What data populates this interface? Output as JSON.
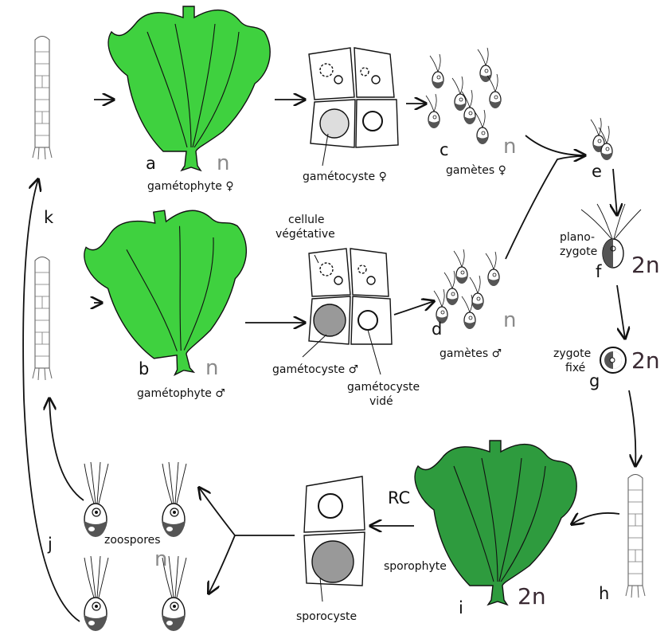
{
  "colors": {
    "gametophyte_green": "#3fd13f",
    "sporophyte_green": "#2e9b3e",
    "cell_dark": "#4a4a4a",
    "ploidy_n": "#8a8a8a",
    "ploidy_2n": "#3a2a33"
  },
  "letters": {
    "a": "a",
    "b": "b",
    "c": "c",
    "d": "d",
    "e": "e",
    "f": "f",
    "g": "g",
    "h": "h",
    "i": "i",
    "j": "j",
    "k": "k",
    "rc": "RC"
  },
  "labels": {
    "gametophyte_f": "gamétophyte ♀",
    "gametophyte_m": "gamétophyte ♂",
    "gametocyste_f": "gamétocyste ♀",
    "gametocyste_m": "gamétocyste ♂",
    "gametocyste_vide_1": "gamétocyste",
    "gametocyste_vide_2": "vidé",
    "cellule_1": "cellule",
    "cellule_2": "végétative",
    "gametes_f": "gamètes ♀",
    "gametes_m": "gamètes ♂",
    "planozygote_1": "plano-",
    "planozygote_2": "zygote",
    "zygote_fixe_1": "zygote",
    "zygote_fixe_2": "fixé",
    "sporophyte": "sporophyte",
    "sporocyste": "sporocyste",
    "zoospores": "zoospores"
  },
  "ploidy": {
    "a": "n",
    "c": "n",
    "b": "n",
    "d": "n",
    "j": "n",
    "f": "2n",
    "g": "2n",
    "i": "2n"
  }
}
